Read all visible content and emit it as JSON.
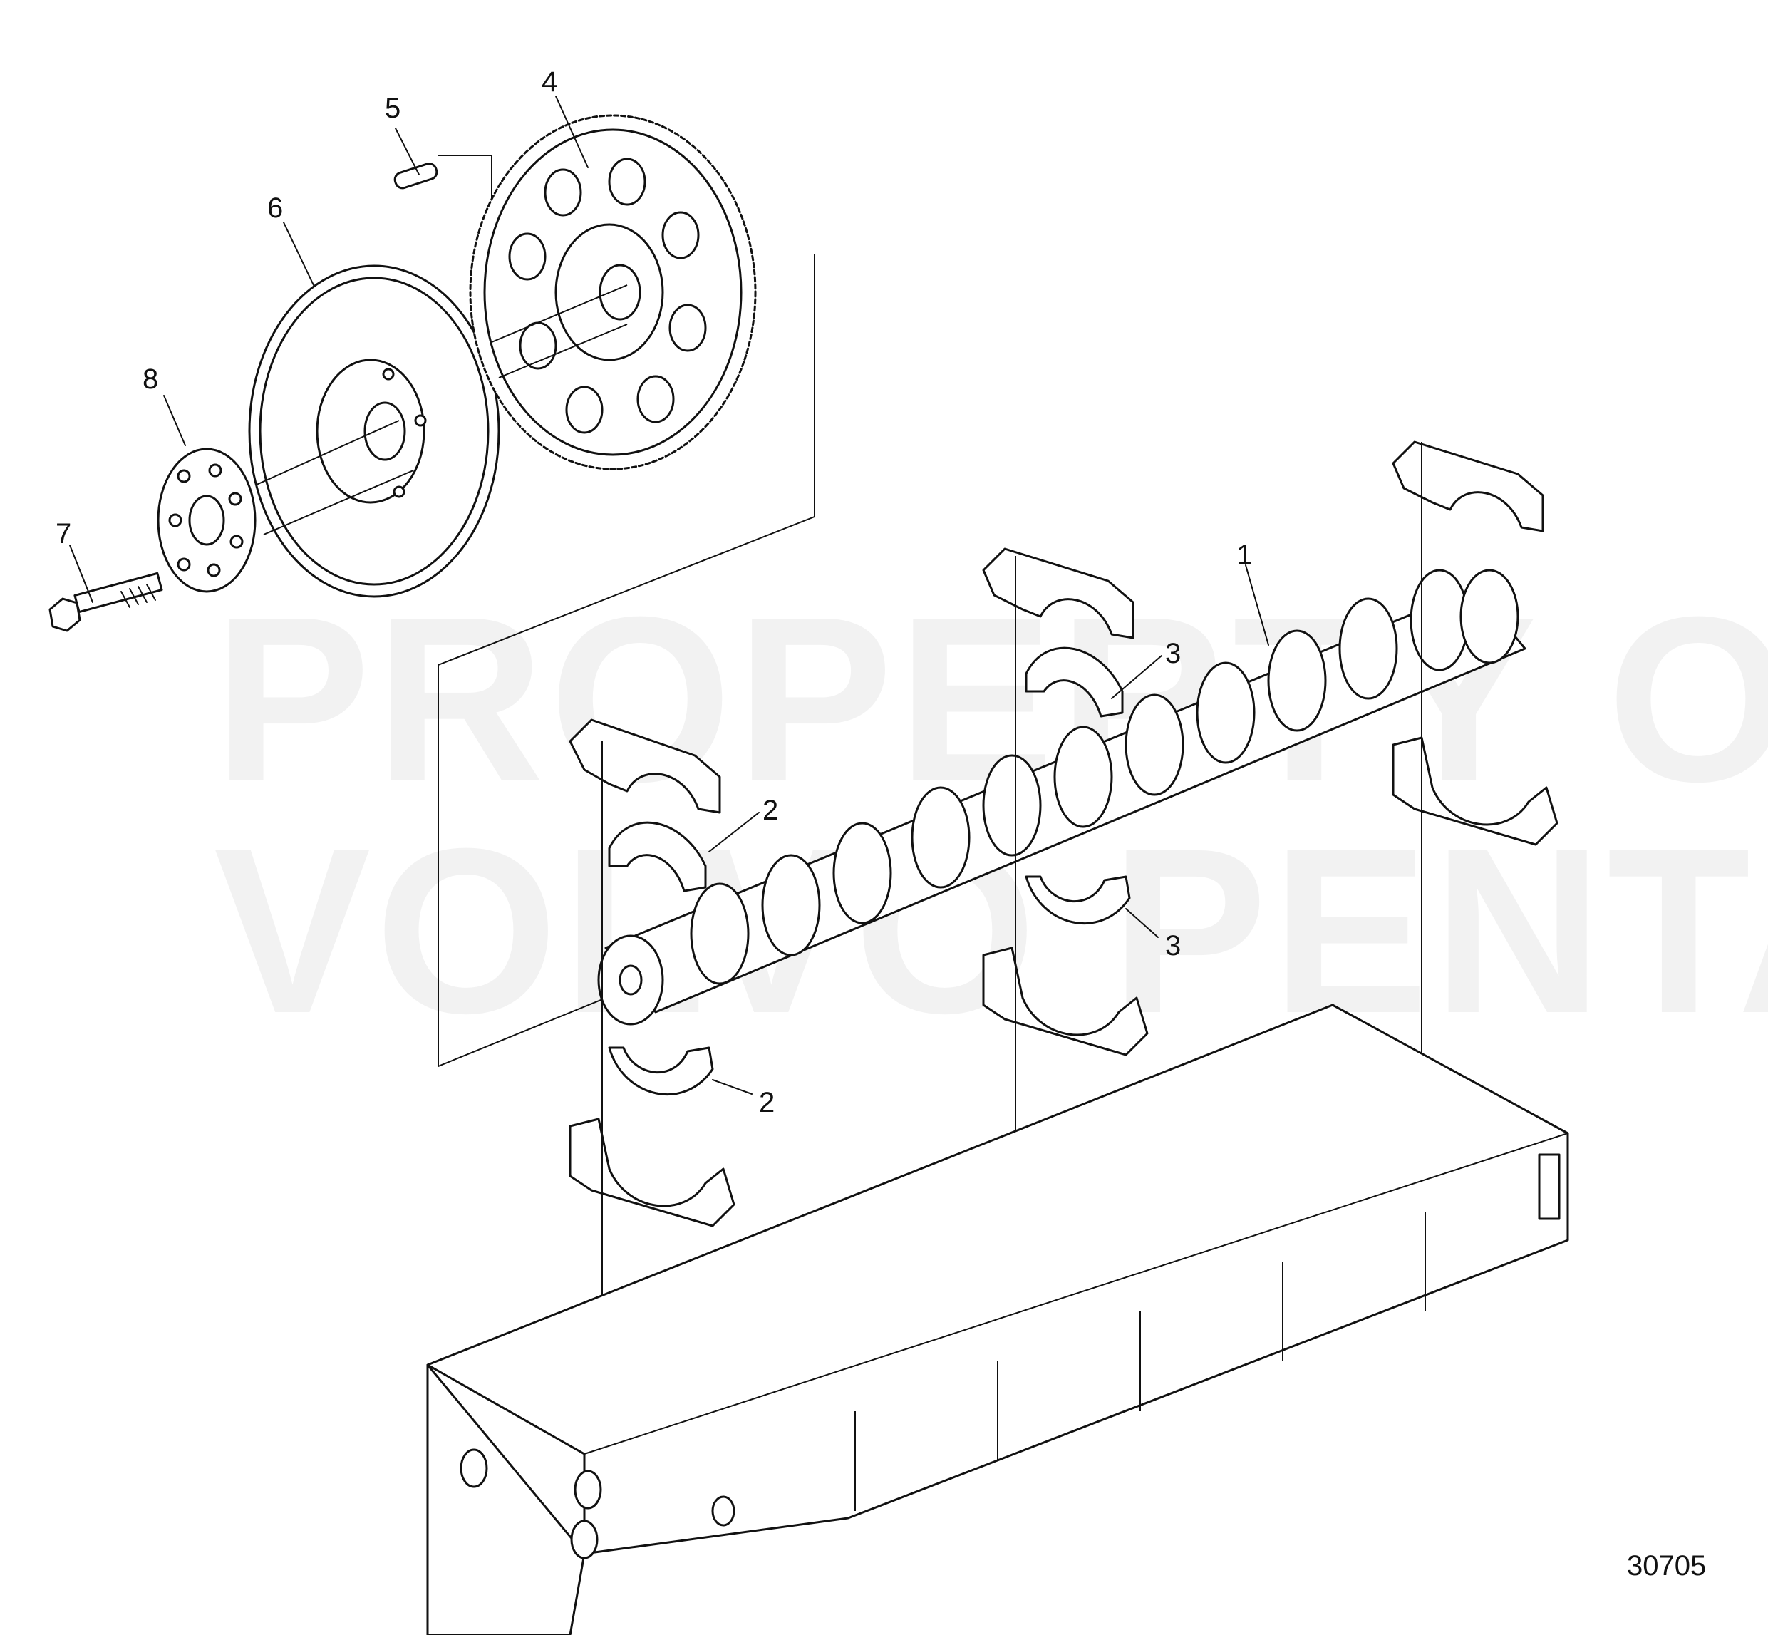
{
  "diagram": {
    "figure_number": "30705",
    "watermark": {
      "line1": "PROPERTY OF",
      "line2": "VOLVO PENTA"
    },
    "callouts": [
      {
        "id": "1",
        "label": "1"
      },
      {
        "id": "2a",
        "label": "2"
      },
      {
        "id": "2b",
        "label": "2"
      },
      {
        "id": "3a",
        "label": "3"
      },
      {
        "id": "3b",
        "label": "3"
      },
      {
        "id": "4",
        "label": "4"
      },
      {
        "id": "5",
        "label": "5"
      },
      {
        "id": "6",
        "label": "6"
      },
      {
        "id": "7",
        "label": "7"
      },
      {
        "id": "8",
        "label": "8"
      }
    ]
  }
}
